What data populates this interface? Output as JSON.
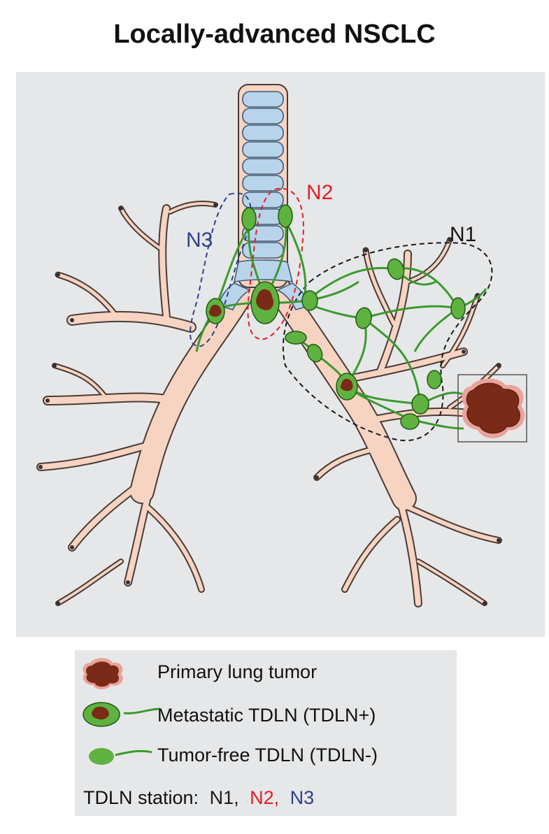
{
  "title": "Locally-advanced NSCLC",
  "stations": {
    "n1": "N1",
    "n2": "N2",
    "n3": "N3"
  },
  "legend": {
    "primary_tumor": "Primary lung tumor",
    "metastatic": "Metastatic TDLN (TDLN+)",
    "tumor_free": "Tumor-free TDLN (TDLN-)",
    "station_label": "TDLN station:",
    "station_n1": "N1,",
    "station_n2": "N2,",
    "station_n3": "N3"
  },
  "colors": {
    "n1": "#1a1a1a",
    "n2": "#e31e24",
    "n3": "#2e3f8f",
    "airway": "#f7d3c1",
    "trachea": "#b8d4ea",
    "node": "#5fb23f",
    "vessel": "#3a9a2e",
    "tumor": "#7a2a16"
  }
}
